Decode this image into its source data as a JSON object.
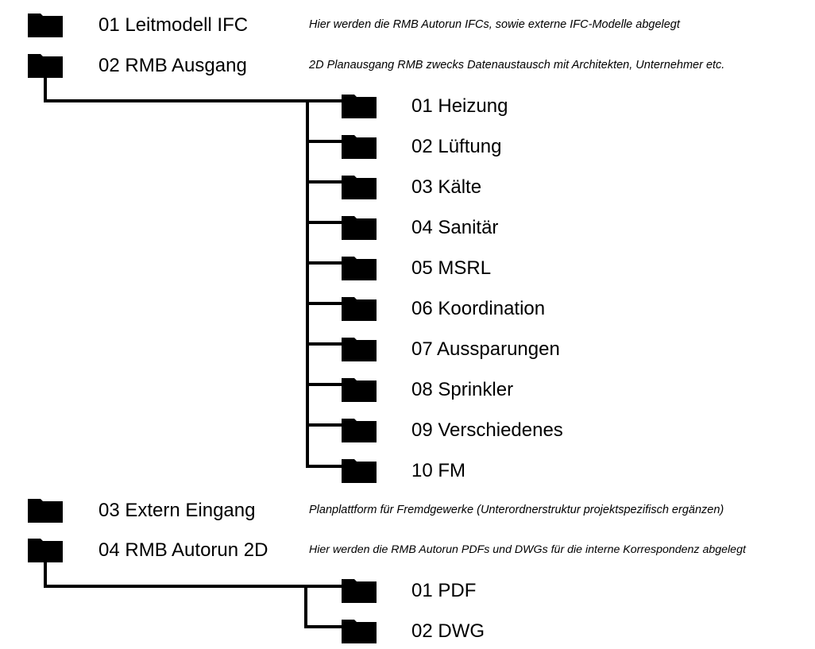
{
  "folders": [
    {
      "name": "01 Leitmodell IFC",
      "description": "Hier werden die RMB Autorun IFCs, sowie externe IFC-Modelle abgelegt",
      "children": []
    },
    {
      "name": "02 RMB Ausgang",
      "description": "2D Planausgang RMB zwecks Datenaustausch mit Architekten, Unternehmer etc.",
      "children": [
        "01 Heizung",
        "02 Lüftung",
        "03 Kälte",
        "04 Sanitär",
        "05 MSRL",
        "06 Koordination",
        "07 Aussparungen",
        "08 Sprinkler",
        "09 Verschiedenes",
        "10 FM"
      ]
    },
    {
      "name": "03 Extern Eingang",
      "description": "Planplattform für Fremdgewerke (Unterordnerstruktur projektspezifisch ergänzen)",
      "children": []
    },
    {
      "name": "04 RMB Autorun 2D",
      "description": "Hier werden die RMB Autorun PDFs und DWGs für die interne Korrespondenz abgelegt",
      "children": [
        "01 PDF",
        "02 DWG"
      ]
    }
  ],
  "icons": {
    "folder": "folder-icon"
  },
  "colors": {
    "line": "#000000",
    "icon": "#000000",
    "text": "#000000",
    "background": "#ffffff"
  }
}
